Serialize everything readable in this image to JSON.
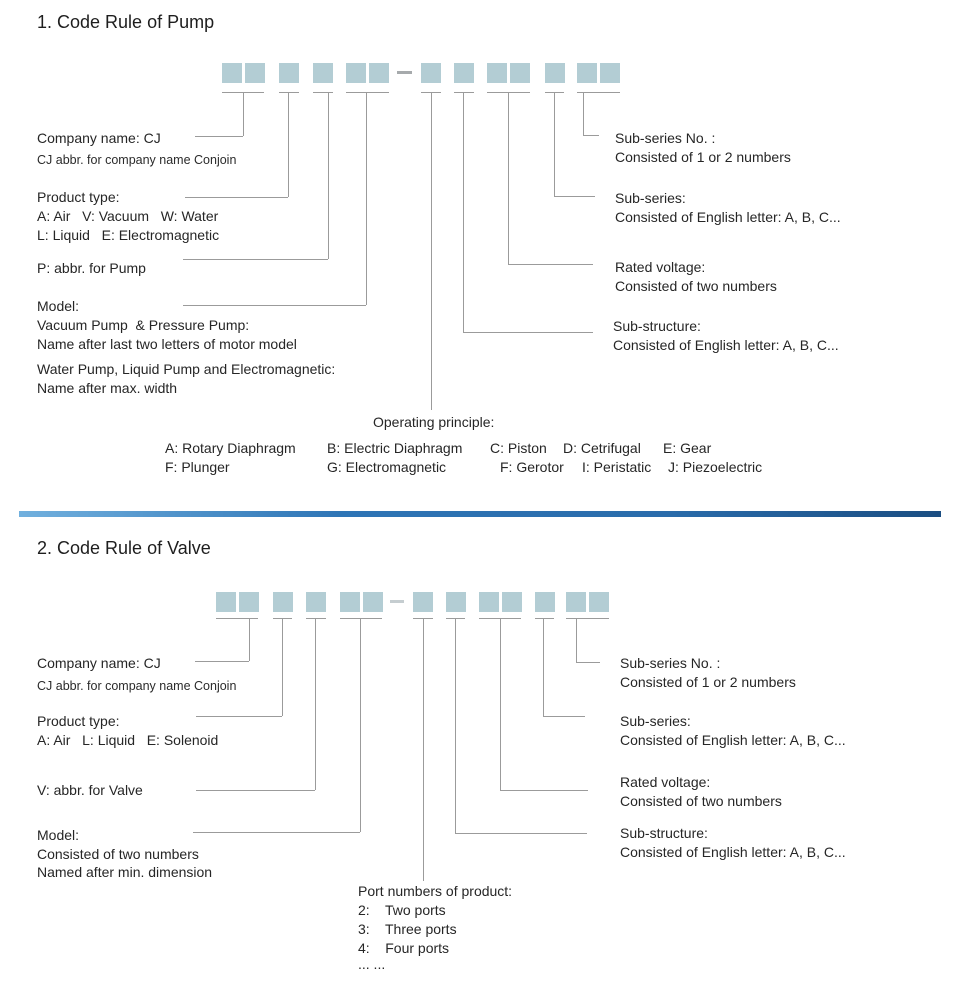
{
  "colors": {
    "box_fill": "#b3cdd4",
    "connector_line": "#9b9b9b",
    "divider_gradient_left": "#71b0de",
    "divider_gradient_right": "#1b4e82",
    "text": "#262626"
  },
  "pump": {
    "title": "1. Code Rule of Pump",
    "box_groups": [
      2,
      1,
      1,
      2,
      "-",
      1,
      1,
      2,
      1,
      2
    ],
    "company": {
      "title": "Company name: CJ",
      "note": "CJ abbr. for company name Conjoin"
    },
    "product_type": {
      "title": "Product type:",
      "line1": "A: Air   V: Vacuum   W: Water",
      "line2": "L: Liquid   E: Electromagnetic"
    },
    "pump_abbr": "P: abbr. for Pump",
    "model": {
      "title": "Model:",
      "line1": "Vacuum Pump  & Pressure Pump:",
      "line2": "Name after last two letters of motor model",
      "line3": "Water Pump, Liquid Pump and Electromagnetic:",
      "line4": "Name after max. width"
    },
    "operating": {
      "title": "Operating principle:",
      "r1c1": "A: Rotary Diaphragm",
      "r1c2": "B: Electric Diaphragm",
      "r1c3": "C: Piston",
      "r1c4": "D: Cetrifugal",
      "r1c5": "E: Gear",
      "r2c1": "F: Plunger",
      "r2c2": "G: Electromagnetic",
      "r2c3": "F: Gerotor",
      "r2c4": "I: Peristatic",
      "r2c5": "J: Piezoelectric"
    },
    "sub_series_no": {
      "title": "Sub-series No. :",
      "note": "Consisted of 1 or 2 numbers"
    },
    "sub_series": {
      "title": "Sub-series:",
      "note": "Consisted of English letter: A, B, C..."
    },
    "rated_voltage": {
      "title": "Rated voltage:",
      "note": "Consisted of two numbers"
    },
    "sub_structure": {
      "title": "Sub-structure:",
      "note": "Consisted of English letter: A, B, C..."
    }
  },
  "valve": {
    "title": "2. Code Rule of Valve",
    "box_groups": [
      2,
      1,
      1,
      2,
      "-",
      1,
      1,
      2,
      1,
      2
    ],
    "company": {
      "title": "Company name: CJ",
      "note": "CJ abbr. for company name Conjoin"
    },
    "product_type": {
      "title": "Product type:",
      "line1": "A: Air   L: Liquid   E: Solenoid"
    },
    "valve_abbr": "V: abbr. for Valve",
    "model": {
      "title": "Model:",
      "line1": "Consisted of two numbers",
      "line2": "Named after min. dimension"
    },
    "ports": {
      "title": "Port numbers of product:",
      "p2": "2:    Two ports",
      "p3": "3:    Three ports",
      "p4": "4:    Four ports",
      "more": "... ..."
    },
    "sub_series_no": {
      "title": "Sub-series No. :",
      "note": "Consisted of 1 or 2 numbers"
    },
    "sub_series": {
      "title": "Sub-series:",
      "note": "Consisted of English letter: A, B, C..."
    },
    "rated_voltage": {
      "title": "Rated voltage:",
      "note": "Consisted of two numbers"
    },
    "sub_structure": {
      "title": "Sub-structure:",
      "note": "Consisted of English letter: A, B, C..."
    }
  }
}
